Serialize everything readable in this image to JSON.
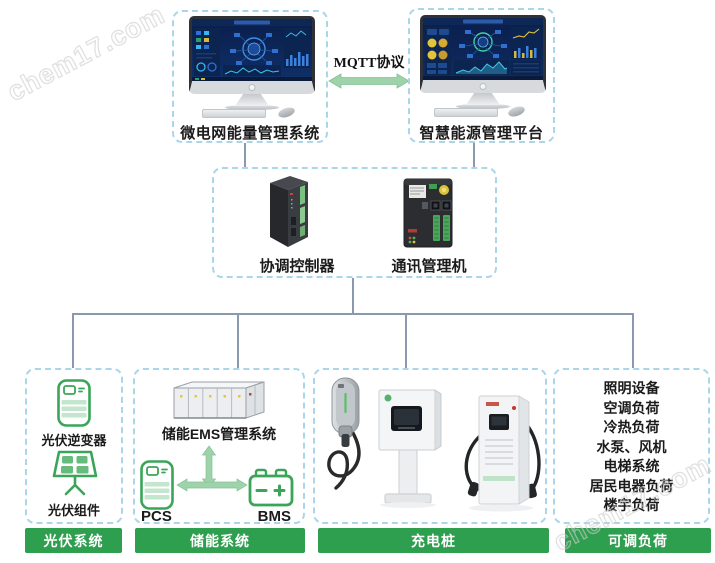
{
  "watermarks": [
    {
      "text": "chem17.com"
    },
    {
      "text": "chem17.com"
    }
  ],
  "top_section": {
    "left_monitor": {
      "label": "微电网能量管理系统"
    },
    "right_monitor": {
      "label": "智慧能源管理平台"
    },
    "link_label": "MQTT协议"
  },
  "control_section": {
    "controller_label": "协调控制器",
    "gateway_label": "通讯管理机"
  },
  "subsystems": {
    "pv": {
      "banner": "光伏系统",
      "inverter_label": "光伏逆变器",
      "module_label": "光伏组件"
    },
    "storage": {
      "banner": "储能系统",
      "ems_label": "储能EMS管理系统",
      "pcs_label": "PCS",
      "bms_label": "BMS"
    },
    "charging": {
      "banner": "充电桩"
    },
    "load": {
      "banner": "可调负荷",
      "items": [
        "照明设备",
        "空调负荷",
        "冷热负荷",
        "水泵、风机",
        "电梯系统",
        "居民电器负荷",
        "楼宇负荷"
      ]
    }
  },
  "colors": {
    "banner_green": "#2e9e4f",
    "icon_green": "#3aa558",
    "arrow_green": "#9ed2ab",
    "dashed_border": "#abd6ea",
    "connector_line": "#8a99ae",
    "screen_blue": "#0a1e4a"
  },
  "icons": [
    "monitor-dashboard-icon",
    "mqtt-double-arrow-icon",
    "controller-device-icon",
    "gateway-device-icon",
    "pv-inverter-icon",
    "pv-module-icon",
    "storage-container-icon",
    "pcs-icon",
    "bms-battery-icon",
    "wallbox-charger-icon",
    "pedestal-charger-icon",
    "floor-charger-icon",
    "exchange-arrow-icon"
  ]
}
